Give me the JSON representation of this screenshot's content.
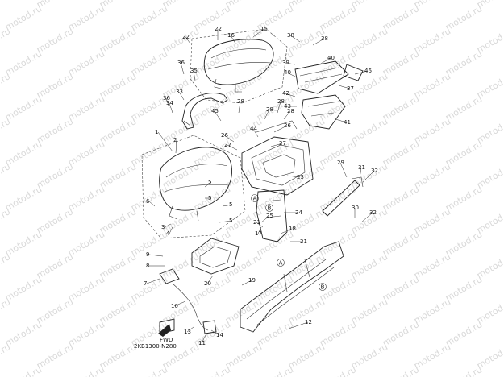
{
  "watermark": "motod.ru",
  "diagram_code": "2KB1300-N280",
  "fwd_label": "FWD",
  "ref_A": "A",
  "ref_B": "B",
  "callouts": [
    {
      "id": "c1",
      "label": "1"
    },
    {
      "id": "c2",
      "label": "2"
    },
    {
      "id": "c3",
      "label": "3"
    },
    {
      "id": "c4",
      "label": "4"
    },
    {
      "id": "c5a",
      "label": "5"
    },
    {
      "id": "c5b",
      "label": "5"
    },
    {
      "id": "c5c",
      "label": "5"
    },
    {
      "id": "c5d",
      "label": "5"
    },
    {
      "id": "c6",
      "label": "6"
    },
    {
      "id": "c7",
      "label": "7"
    },
    {
      "id": "c8",
      "label": "8"
    },
    {
      "id": "c9",
      "label": "9"
    },
    {
      "id": "c10",
      "label": "10"
    },
    {
      "id": "c11",
      "label": "11"
    },
    {
      "id": "c12",
      "label": "12"
    },
    {
      "id": "c13",
      "label": "13"
    },
    {
      "id": "c14",
      "label": "14"
    },
    {
      "id": "c15",
      "label": "15"
    },
    {
      "id": "c16",
      "label": "16"
    },
    {
      "id": "c17",
      "label": "17"
    },
    {
      "id": "c18",
      "label": "18"
    },
    {
      "id": "c19",
      "label": "19"
    },
    {
      "id": "c20",
      "label": "20"
    },
    {
      "id": "c21a",
      "label": "21"
    },
    {
      "id": "c21b",
      "label": "21"
    },
    {
      "id": "c22a",
      "label": "22"
    },
    {
      "id": "c22b",
      "label": "22"
    },
    {
      "id": "c23",
      "label": "23"
    },
    {
      "id": "c24",
      "label": "24"
    },
    {
      "id": "c25",
      "label": "25"
    },
    {
      "id": "c26a",
      "label": "26"
    },
    {
      "id": "c26b",
      "label": "26"
    },
    {
      "id": "c27a",
      "label": "27"
    },
    {
      "id": "c27b",
      "label": "27"
    },
    {
      "id": "c28a",
      "label": "28"
    },
    {
      "id": "c28b",
      "label": "28"
    },
    {
      "id": "c28c",
      "label": "28"
    },
    {
      "id": "c28d",
      "label": "28"
    },
    {
      "id": "c29",
      "label": "29"
    },
    {
      "id": "c30",
      "label": "30"
    },
    {
      "id": "c31",
      "label": "31"
    },
    {
      "id": "c32a",
      "label": "32"
    },
    {
      "id": "c32b",
      "label": "32"
    },
    {
      "id": "c33",
      "label": "33"
    },
    {
      "id": "c34",
      "label": "34"
    },
    {
      "id": "c35",
      "label": "35"
    },
    {
      "id": "c36a",
      "label": "36"
    },
    {
      "id": "c36b",
      "label": "36"
    },
    {
      "id": "c37",
      "label": "37"
    },
    {
      "id": "c38a",
      "label": "38"
    },
    {
      "id": "c38b",
      "label": "38"
    },
    {
      "id": "c39",
      "label": "39"
    },
    {
      "id": "c40a",
      "label": "40"
    },
    {
      "id": "c40b",
      "label": "40"
    },
    {
      "id": "c41",
      "label": "41"
    },
    {
      "id": "c42",
      "label": "42"
    },
    {
      "id": "c43",
      "label": "43"
    },
    {
      "id": "c44",
      "label": "44"
    },
    {
      "id": "c45",
      "label": "45"
    },
    {
      "id": "c46",
      "label": "46"
    }
  ]
}
